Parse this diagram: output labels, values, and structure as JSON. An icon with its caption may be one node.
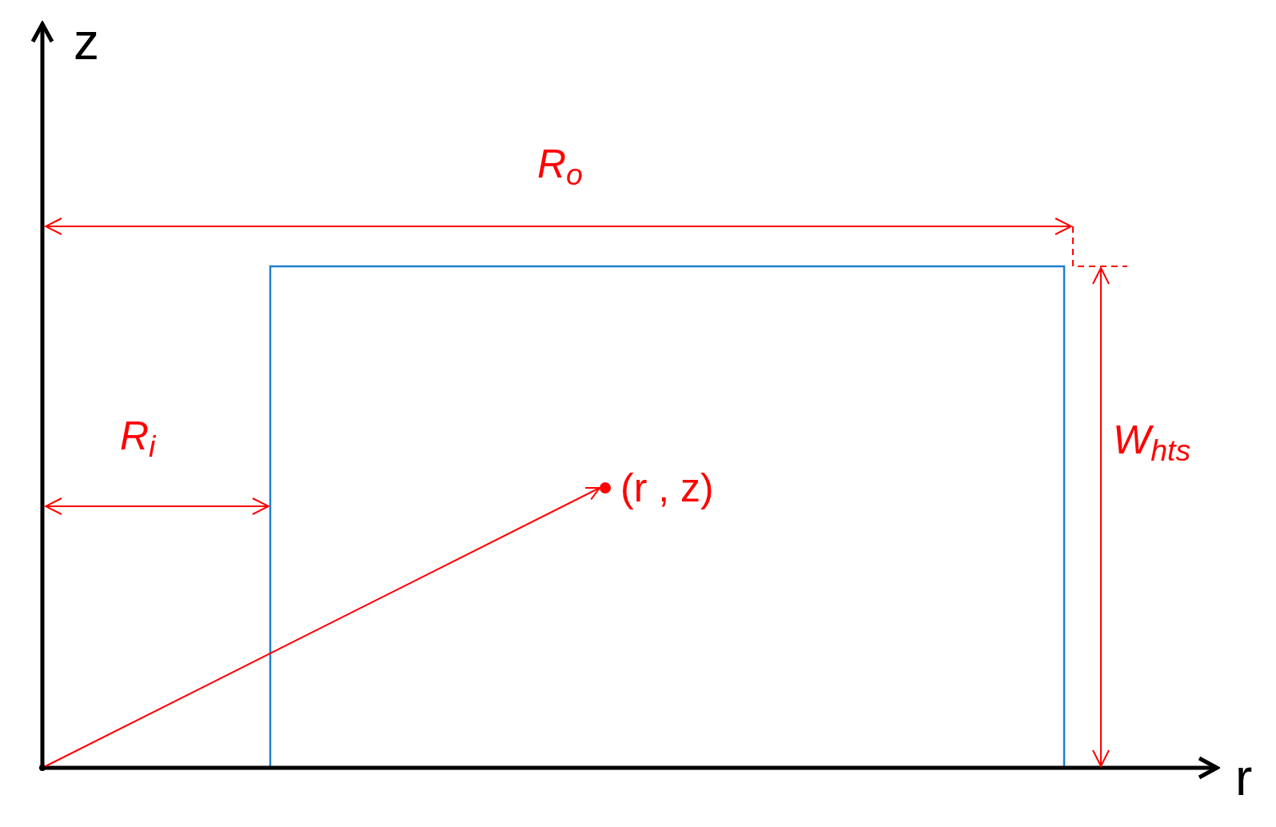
{
  "diagram": {
    "nodes": [
      {
        "text": [
          "(r , z)"
        ]
      },
      {
        "text": [],
        "shape": "point"
      }
    ],
    "edges": [
      {
        "from": 1,
        "to": 0,
        "arrow": "to",
        "color": "#ff0000"
      }
    ],
    "labels": [
      "z",
      "r",
      "R$_{o}$",
      "R$_{i}$",
      "W$_{hts}$"
    ]
  }
}
